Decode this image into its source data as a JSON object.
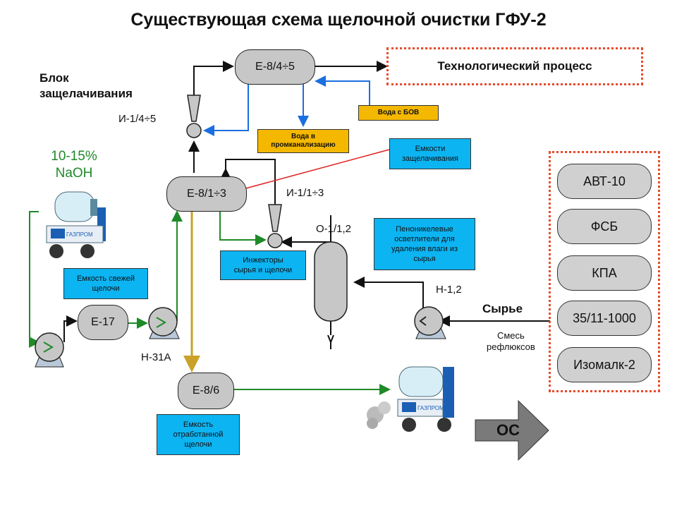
{
  "title": "Существующая схема щелочной очистки ГФУ-2",
  "block_label": [
    "Блок",
    "защелачивания"
  ],
  "naoh": [
    "10-15%",
    "NaOH"
  ],
  "vessels": {
    "e8_45": "Е-8/4÷5",
    "e8_13": "Е-8/1÷3",
    "e17": "Е-17",
    "e86": "Е-8/6"
  },
  "labels": {
    "i145": "И-1/4÷5",
    "i113": "И-1/1÷3",
    "o112": "О-1/1,2",
    "h12": "Н-1,2",
    "h31a": "Н-31А",
    "syrye": "Сырье",
    "smes": [
      "Смесь",
      "рефлюксов"
    ]
  },
  "tech_process": "Технологический процесс",
  "yellow_boxes": {
    "voda_bov": "Вода с БОВ",
    "voda_prom": [
      "Вода в",
      "промканализацию"
    ]
  },
  "blue_boxes": {
    "emk_zashch": [
      "Емкости",
      "защелачивания"
    ],
    "penonikel": [
      "Пенонике­левые",
      "осветлители для",
      "удаления влаги из",
      "сырья"
    ],
    "injectors": [
      "Инжекторы",
      "сырья и щелочи"
    ],
    "svezh": [
      "Емкость свежей",
      "щелочи"
    ],
    "otrab": [
      "Емкость",
      "отработанной",
      "щелочи"
    ]
  },
  "sources": [
    "АВТ-10",
    "ФСБ",
    "КПА",
    "35/11-1000",
    "Изомалк-2"
  ],
  "truck_logo": "ГАЗПРОМ",
  "os_label": "ОС",
  "colors": {
    "green": "#1e8a28",
    "blue": "#1a6fe0",
    "gold": "#c9a227",
    "red": "#e02020",
    "cyan": "#0cb4f2",
    "yellow": "#f5b800",
    "dotted": "#e84a2a"
  }
}
